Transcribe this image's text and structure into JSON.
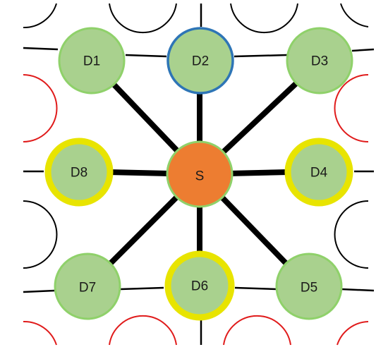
{
  "source": {
    "label": "S",
    "fill": "#ED7D31",
    "stroke": "#8FD16A"
  },
  "neighbors": [
    {
      "label": "D1",
      "fill": "#A9D18E",
      "stroke": "#8FD16A",
      "ring": "none"
    },
    {
      "label": "D2",
      "fill": "#A9D18E",
      "stroke": "#2E75B6",
      "ring": "blue"
    },
    {
      "label": "D3",
      "fill": "#A9D18E",
      "stroke": "#8FD16A",
      "ring": "none"
    },
    {
      "label": "D4",
      "fill": "#A9D18E",
      "stroke": "#E8E400",
      "ring": "yellow"
    },
    {
      "label": "D5",
      "fill": "#A9D18E",
      "stroke": "#8FD16A",
      "ring": "none"
    },
    {
      "label": "D6",
      "fill": "#A9D18E",
      "stroke": "#E8E400",
      "ring": "yellow"
    },
    {
      "label": "D7",
      "fill": "#A9D18E",
      "stroke": "#8FD16A",
      "ring": "none"
    },
    {
      "label": "D8",
      "fill": "#A9D18E",
      "stroke": "#E8E400",
      "ring": "yellow"
    }
  ],
  "colors": {
    "link": "#000000",
    "outer_black_arc": "#000000",
    "outer_red_arc": "#E01B1B"
  }
}
